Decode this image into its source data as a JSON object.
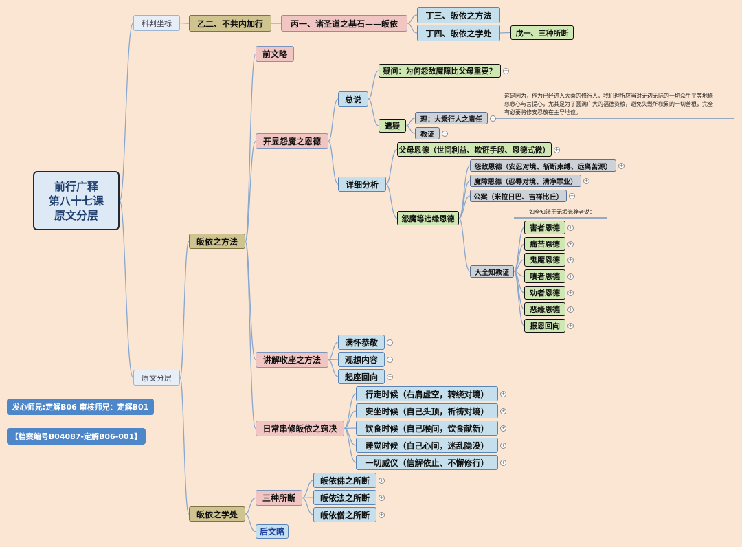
{
  "root": {
    "line1": "前行广释",
    "line2": "第八十七课",
    "line3": "原文分层"
  },
  "level1": {
    "kepan": "科判坐标",
    "yuanwen": "原文分层"
  },
  "kepan": {
    "yi": "乙二、不共内加行",
    "bing": "丙一、诸圣道之基石——皈依",
    "ding3": "丁三、皈依之方法",
    "ding4": "丁四、皈依之学处",
    "wu": "戊一、三种所断"
  },
  "method": {
    "title": "皈依之方法",
    "qianwen": "前文略",
    "kaixian": "开显怨魔之恩德",
    "zongshuo": "总说",
    "yiwen": "疑问：为何怨敌魔障比父母重要？",
    "qianyi": "遣疑",
    "li": "理：大乘行人之责任",
    "jiaozheng": "教证",
    "explanation_1": "这是因为，作为已经进入大乘的修行人，我们理所应当对无边无际的一切众生平等地修",
    "explanation_2": "慈悲心与菩提心，尤其是为了圆满广大的福德资粮，避免失毁所积累的一切善根，完全",
    "explanation_3": "有必要将修安忍放在主导地位。",
    "xiangxi": "详细分析",
    "fumu": "父母恩德（世间利益、欺诳手段、恩德式微）",
    "yuanmo": "怨魔等违缘恩德",
    "yuandi": "怨敌恩德（安忍对境、斩断束缚、远离苦源）",
    "mozhang": "魔障恩德（忍辱对境、清净罪业）",
    "gongan": "公案（米拉日巴、吉祥比丘）",
    "dquanzhi": "大全知教证",
    "quote": "如全知法王无垢光尊者说：",
    "en1": "害者恩德",
    "en2": "痛苦恩德",
    "en3": "鬼魔恩德",
    "en4": "嗔者恩德",
    "en5": "劝者恩德",
    "en6": "恶缘恩德",
    "en7": "报恩回向",
    "shouzuo": "讲解收座之方法",
    "mh": "满怀恭敬",
    "gx": "观想内容",
    "qz": "起座回向",
    "richang": "日常串修皈依之窍决",
    "r1": "行走时候（右肩虚空，转绕对境）",
    "r2": "安坐时候（自己头顶，祈祷对境）",
    "r3": "饮食时候（自己喉间，饮食献新）",
    "r4": "睡觉时候（自己心间，迷乱隐没）",
    "r5": "一切威仪（信解依止、不懈修行）"
  },
  "xuechu": {
    "title": "皈依之学处",
    "sanzhong": "三种所断",
    "fo": "皈依佛之所断",
    "fa": "皈依法之所断",
    "seng": "皈依僧之所断",
    "houwen": "后文略"
  },
  "footer": {
    "credits": "发心师兄:定解B06 审核师兄：定解B01",
    "archive": "【档案编号B04087-定解B06-001】"
  },
  "colors": {
    "line": "#86a7cf",
    "note_line": "#5b84b6",
    "tag": "#4d86c9"
  }
}
